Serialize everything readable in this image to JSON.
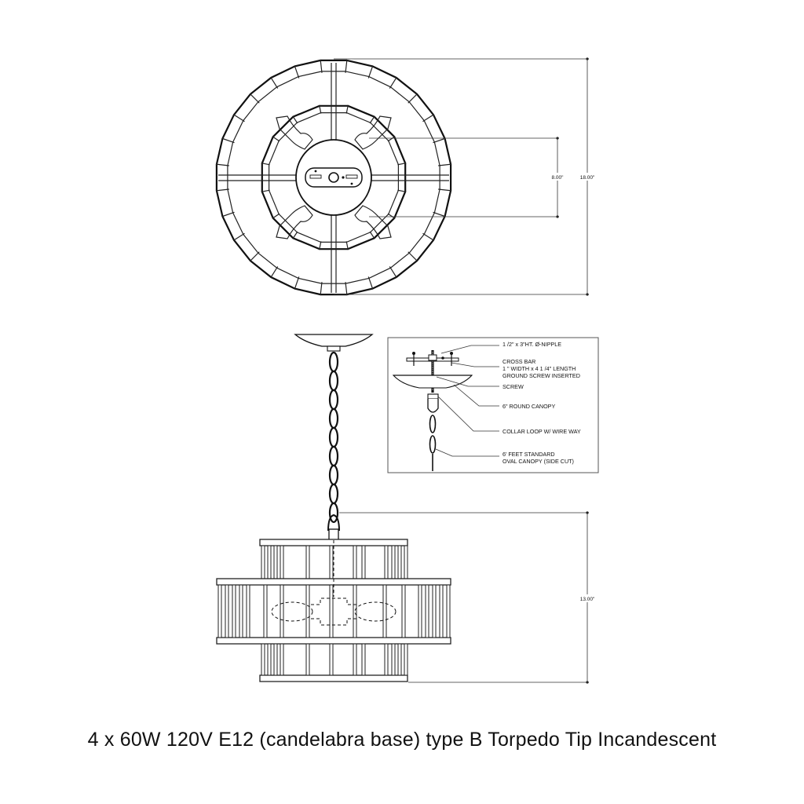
{
  "dimensions": {
    "outer_diameter": "18.00\"",
    "inner_diameter": "8.00\"",
    "fixture_height": "13.00\""
  },
  "canopy_detail": {
    "notes": [
      "1 /2\" x 3\"HT. Ø-NIPPLE",
      "CROSS BAR",
      "1 \" WIDTH x 4 1 /4\" LENGTH",
      "GROUND SCREW INSERTED",
      "SCREW",
      "6\" ROUND CANOPY",
      "COLLAR LOOP W/ WIRE WAY",
      "6' FEET STANDARD",
      "OVAL CANOPY (SIDE CUT)"
    ]
  },
  "caption": "4 x 60W 120V E12 (candelabra base) type B Torpedo Tip Incandescent"
}
